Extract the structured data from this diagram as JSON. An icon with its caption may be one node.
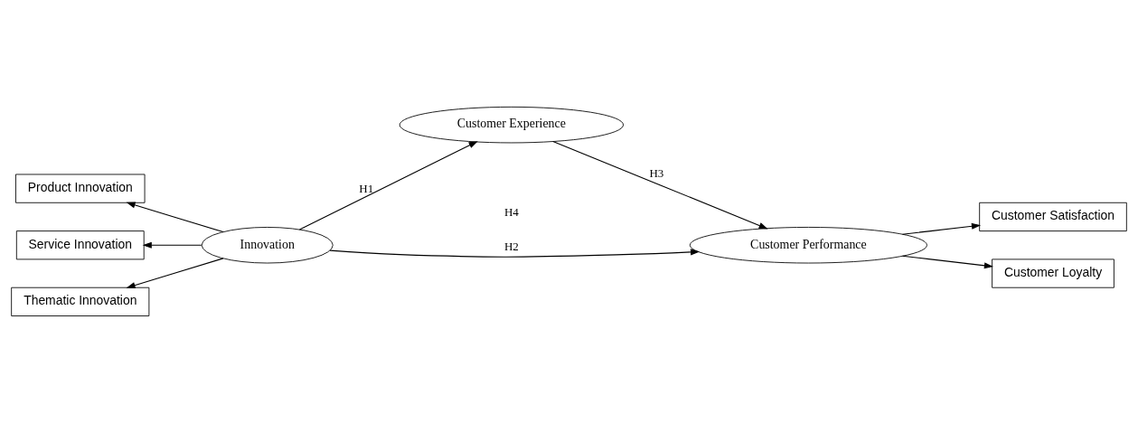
{
  "diagram": {
    "nodes": [
      {
        "text": [
          "Product Innovation"
        ]
      },
      {
        "text": [
          "Service Innovation"
        ]
      },
      {
        "text": [
          "Thematic Innovation"
        ]
      },
      {
        "text": [
          "Innovation"
        ]
      },
      {
        "text": [
          "Customer Experience"
        ]
      },
      {
        "text": [
          "Customer Performance"
        ]
      },
      {
        "text": [
          "Customer Satisfaction"
        ]
      },
      {
        "text": [
          "Customer Loyalty"
        ]
      }
    ],
    "edges": [
      {
        "from": 3,
        "to": 0,
        "arrow": "to"
      },
      {
        "from": 3,
        "to": 1,
        "arrow": "to"
      },
      {
        "from": 3,
        "to": 2,
        "arrow": "to"
      },
      {
        "from": 3,
        "to": 4,
        "arrow": "to",
        "label": "H1"
      },
      {
        "from": 4,
        "to": 5,
        "arrow": "to",
        "label": "H3"
      },
      {
        "from": 3,
        "to": 5,
        "arrow": "to",
        "label": "H2"
      },
      {
        "from": 5,
        "to": 6,
        "arrow": "to"
      },
      {
        "from": 5,
        "to": 7,
        "arrow": "to"
      }
    ],
    "labels": [
      "H4"
    ]
  }
}
